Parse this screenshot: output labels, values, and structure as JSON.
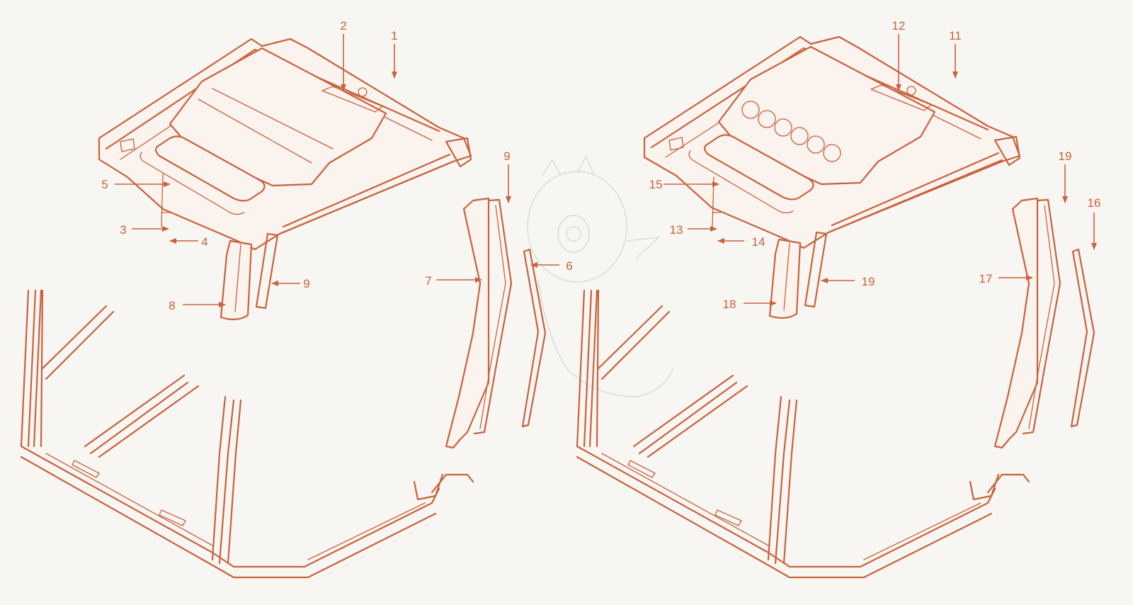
{
  "diagram": {
    "type": "exploded parts diagram",
    "line_color": "#c9623d",
    "background_color": "#f7f6f2"
  },
  "callouts": {
    "c1": "1",
    "c2": "2",
    "c3": "3",
    "c4": "4",
    "c5": "5",
    "c6": "6",
    "c7": "7",
    "c8": "8",
    "c9a": "9",
    "c9b": "9",
    "c11": "11",
    "c12": "12",
    "c13": "13",
    "c14": "14",
    "c15": "15",
    "c16": "16",
    "c17": "17",
    "c18": "18",
    "c19a": "19",
    "c19b": "19"
  }
}
